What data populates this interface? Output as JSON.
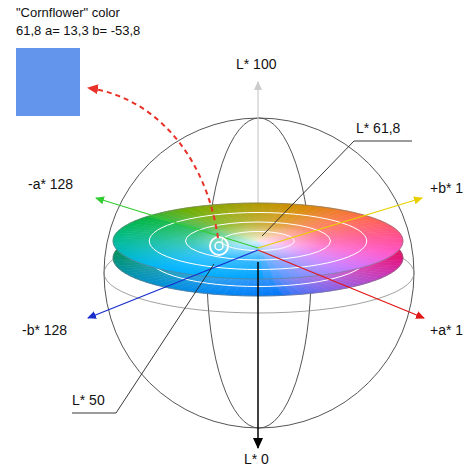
{
  "diagram": {
    "nodes": [
      {
        "text": [
          "\"Cornflower\" color",
          "61,8 a= 13,3 b= -53,8"
        ]
      }
    ],
    "labels": [
      "L* 100",
      "L* 61,8",
      "-a* 128",
      "+b* 1",
      "-b* 128",
      "+a* 1",
      "L* 50",
      "L* 0"
    ]
  }
}
